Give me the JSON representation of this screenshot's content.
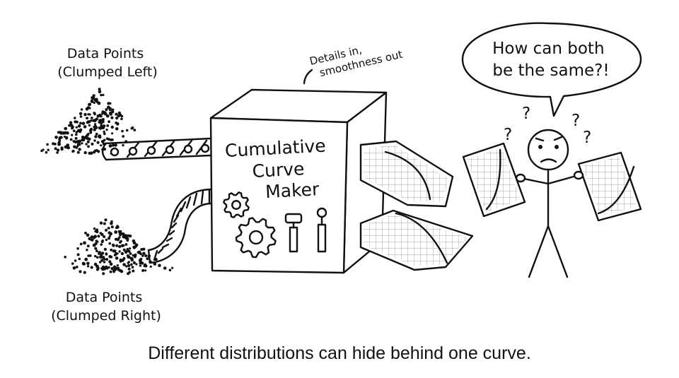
{
  "labels": {
    "top_source": [
      "Data Points",
      "(Clumped Left)"
    ],
    "bottom_source": [
      "Data Points",
      "(Clumped Right)"
    ],
    "machine": [
      "Cumulative",
      "Curve",
      "Maker"
    ],
    "annotation": [
      "Details in,",
      "smoothness out"
    ],
    "speech": [
      "How can both",
      "be the same?!"
    ],
    "question_marks": [
      "?",
      "?",
      "?",
      "?"
    ]
  },
  "caption": "Different distributions can hide behind one curve."
}
